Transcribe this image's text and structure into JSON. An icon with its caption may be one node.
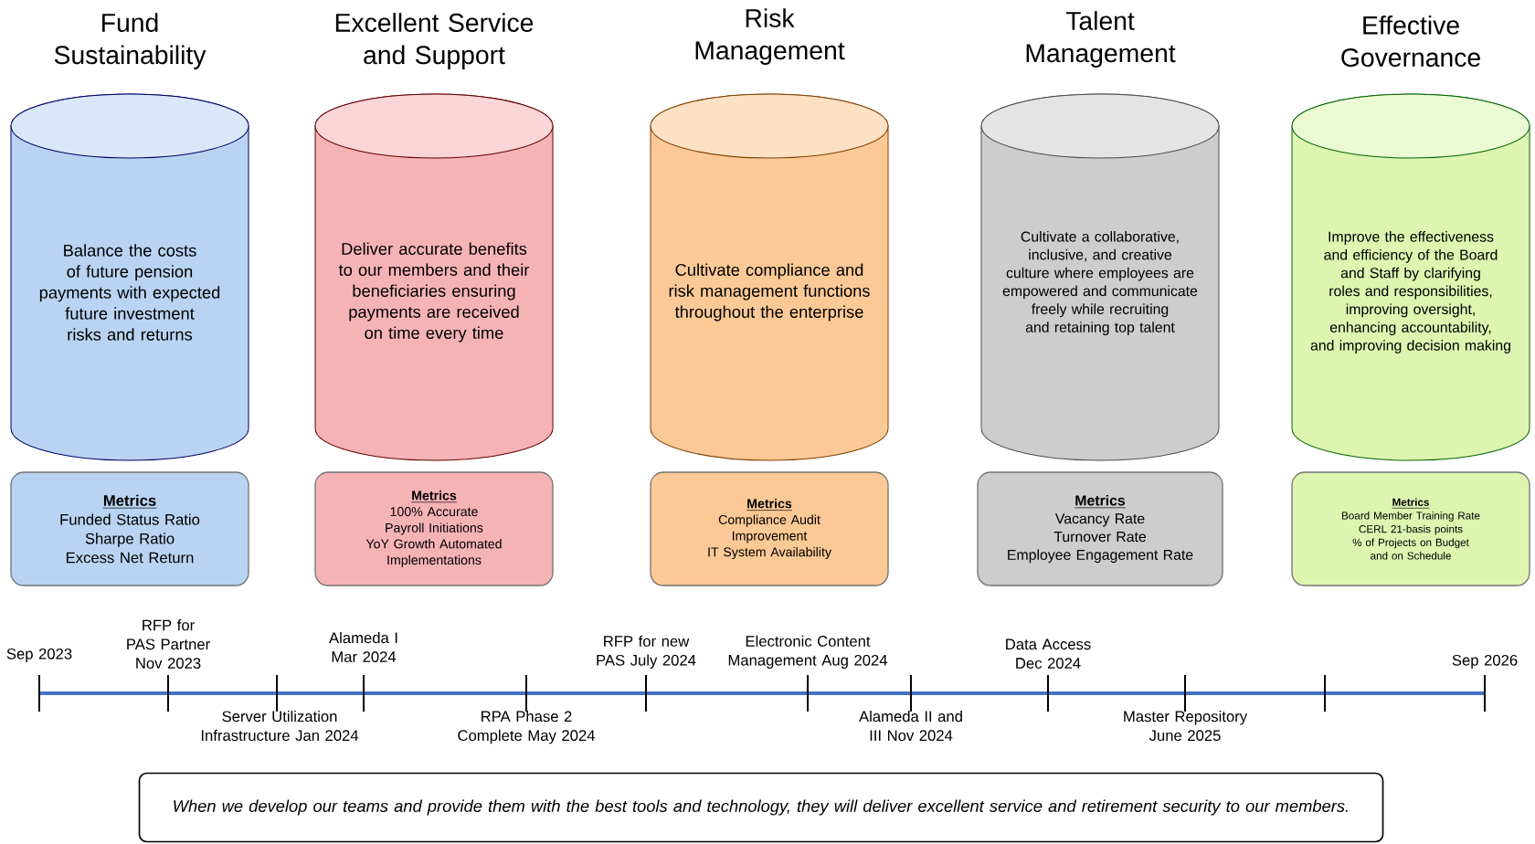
{
  "diagram": {
    "nodes": [
      {
        "text": [
          "Fund Sustainability",
          "Balance the costs of future pension payments with expected future investment risks and returns"
        ]
      },
      {
        "text": [
          "Excellent Service and Support",
          "Deliver accurate benefits to our members and their beneficiaries ensuring payments are received on time every time"
        ]
      },
      {
        "text": [
          "Risk Management",
          "Cultivate compliance and risk management functions throughout the enterprise"
        ]
      },
      {
        "text": [
          "Talent Management",
          "Cultivate a collaborative, inclusive, and creative culture where employees are empowered and communicate freely while recruiting and retaining top talent"
        ]
      },
      {
        "text": [
          "Effective Governance",
          "Improve the effectiveness and efficiency of the Board and Staff by clarifying roles and responsibilities, improving oversight, enhancing accountability, and improving decision making"
        ]
      },
      {
        "text": [
          "Metrics",
          "Funded Status Ratio",
          "Sharpe Ratio",
          "Excess Net Return"
        ]
      },
      {
        "text": [
          "Metrics",
          "100% Accurate Payroll Initiations",
          "YoY Growth Automated Implementations"
        ]
      },
      {
        "text": [
          "Metrics",
          "Compliance Audit Improvement",
          "IT System Availability"
        ]
      },
      {
        "text": [
          "Metrics",
          "Vacancy Rate",
          "Turnover Rate",
          "Employee Engagement Rate"
        ]
      },
      {
        "text": [
          "Metrics",
          "Board Member Training Rate",
          "CERL 21-basis points",
          "% of Projects on Budget and on Schedule"
        ]
      },
      {
        "text": [
          "When we develop our teams and provide them with the best tools and technology, they will deliver excellent service and retirement security to our members."
        ]
      }
    ],
    "labels": [
      "Sep 2023",
      "RFP for PAS Partner Nov 2023",
      "Alameda I Mar 2024",
      "RFP for new PAS July 2024",
      "Electronic Content Management Aug 2024",
      "Data Access Dec 2024",
      "Sep 2026",
      "Server Utilization Infrastructure Jan 2024",
      "RPA Phase 2 Complete May 2024",
      "Alameda II and III Nov 2024",
      "Master Repository June 2025"
    ]
  }
}
